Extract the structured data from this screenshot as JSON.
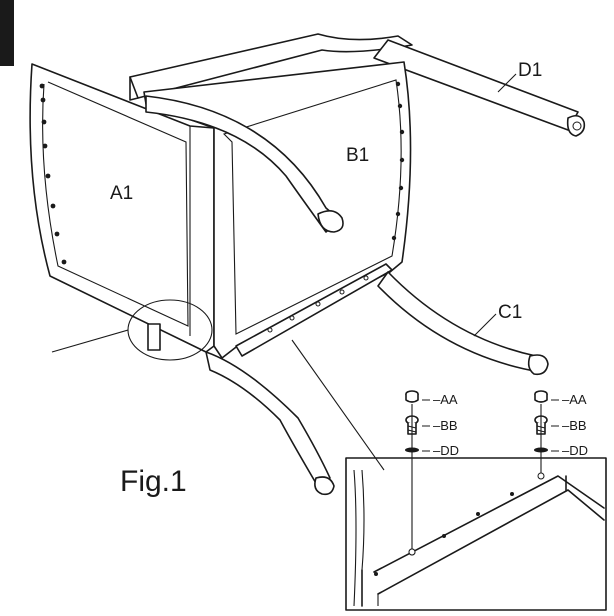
{
  "figure": {
    "title": "Fig.1",
    "part_labels": {
      "a1": "A1",
      "b1": "B1",
      "c1": "C1",
      "d1": "D1"
    },
    "hardware": [
      {
        "id": "aa",
        "label": "AA"
      },
      {
        "id": "bb",
        "label": "BB"
      },
      {
        "id": "dd",
        "label": "DD"
      }
    ]
  }
}
